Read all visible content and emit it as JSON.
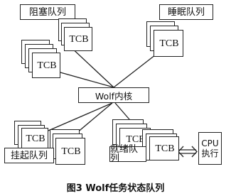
{
  "diagram": {
    "kernel_label": "Wolf内核",
    "queues": {
      "blocked": {
        "label": "阻塞队列",
        "tcb_labels": [
          "TCB",
          "TCB"
        ]
      },
      "sleep": {
        "label": "睡眠队列",
        "tcb_labels": [
          "TCB"
        ]
      },
      "suspend": {
        "label": "挂起队列",
        "tcb_labels": [
          "TCB",
          "TCB"
        ]
      },
      "ready": {
        "label": "就绪队列",
        "tcb_labels": [
          "TCB",
          "TCB"
        ]
      }
    },
    "cpu": {
      "line1": "CPU",
      "line2": "执行"
    },
    "caption": "图3  Wolf任务状态队列"
  },
  "colors": {
    "stroke": "#222222",
    "background": "#ffffff",
    "text": "#111111"
  }
}
